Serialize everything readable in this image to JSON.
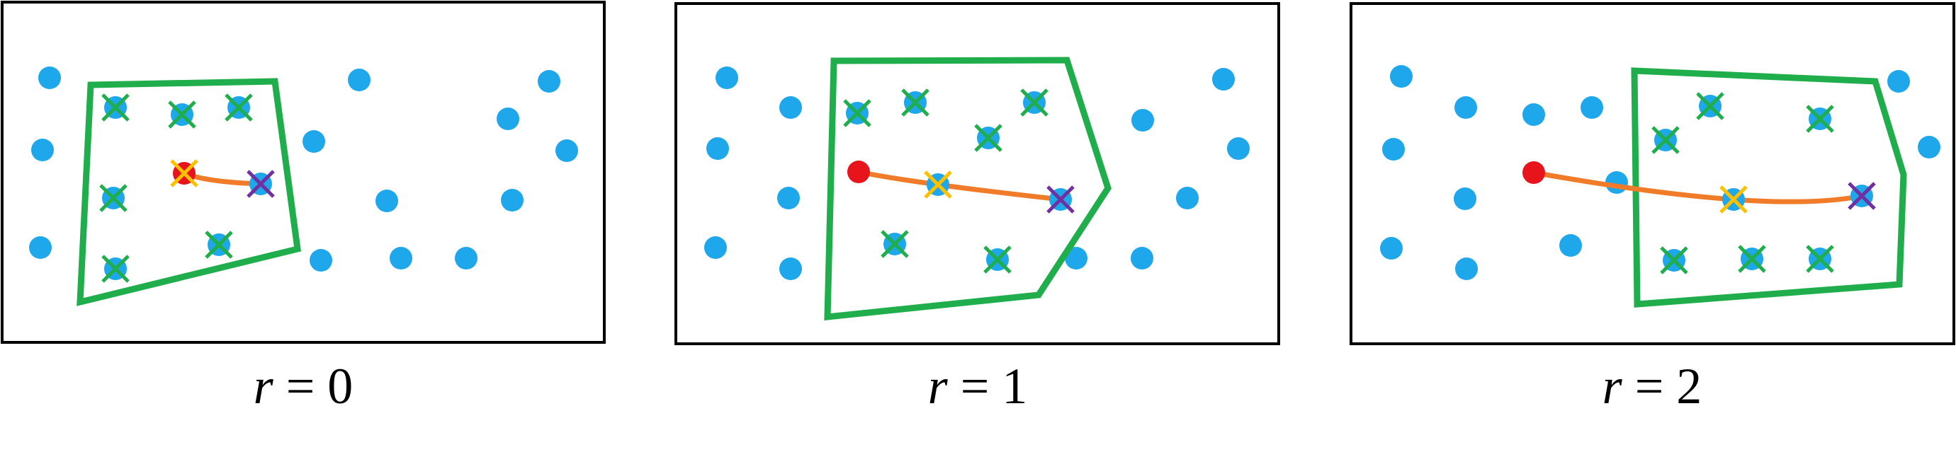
{
  "colors": {
    "frame": "#000000",
    "point": "#1ea7ea",
    "hull": "#1fae4b",
    "selected_mark": "#1fae4b",
    "source": "#e8141b",
    "path": "#f07c2a",
    "current_mark": "#ffc000",
    "target_mark": "#7030a0"
  },
  "panels": [
    {
      "caption_var": "r",
      "caption_eq": " = 0",
      "points": [
        [
          70,
          110
        ],
        [
          60,
          212
        ],
        [
          57,
          350
        ],
        [
          507,
          113
        ],
        [
          443,
          200
        ],
        [
          717,
          168
        ],
        [
          775,
          115
        ],
        [
          800,
          213
        ],
        [
          723,
          283
        ],
        [
          546,
          284
        ],
        [
          453,
          368
        ],
        [
          566,
          365
        ],
        [
          658,
          365
        ]
      ],
      "hull": [
        [
          128,
          120
        ],
        [
          388,
          115
        ],
        [
          420,
          352
        ],
        [
          113,
          427
        ]
      ],
      "selected": [
        [
          163,
          152
        ],
        [
          257,
          162
        ],
        [
          337,
          152
        ],
        [
          160,
          280
        ],
        [
          309,
          346
        ],
        [
          163,
          380
        ]
      ],
      "path": [
        [
          260,
          245
        ],
        [
          303,
          255
        ],
        [
          368,
          260
        ]
      ],
      "source": [
        260,
        245
      ],
      "current": [
        260,
        245
      ],
      "target": [
        368,
        260
      ]
    },
    {
      "caption_var": "r",
      "caption_eq": " = 1",
      "points": [
        [
          1026,
          110
        ],
        [
          1116,
          152
        ],
        [
          1013,
          210
        ],
        [
          1113,
          280
        ],
        [
          1010,
          350
        ],
        [
          1116,
          380
        ],
        [
          1613,
          170
        ],
        [
          1727,
          112
        ],
        [
          1748,
          210
        ],
        [
          1676,
          280
        ],
        [
          1519,
          365
        ],
        [
          1612,
          365
        ]
      ],
      "hull": [
        [
          1177,
          86
        ],
        [
          1506,
          85
        ],
        [
          1564,
          266
        ],
        [
          1466,
          417
        ],
        [
          1168,
          448
        ]
      ],
      "selected": [
        [
          1210,
          160
        ],
        [
          1292,
          145
        ],
        [
          1395,
          195
        ],
        [
          1460,
          145
        ],
        [
          1263,
          345
        ],
        [
          1408,
          367
        ]
      ],
      "path": [
        [
          1212,
          243
        ],
        [
          1324,
          261
        ],
        [
          1497,
          282
        ]
      ],
      "source": [
        1212,
        243
      ],
      "current": [
        1324,
        261
      ],
      "target": [
        1497,
        282
      ]
    },
    {
      "caption_var": "r",
      "caption_eq": " = 2",
      "points": [
        [
          1978,
          108
        ],
        [
          2069,
          152
        ],
        [
          2165,
          162
        ],
        [
          2247,
          152
        ],
        [
          1967,
          211
        ],
        [
          2068,
          281
        ],
        [
          2282,
          258
        ],
        [
          1964,
          351
        ],
        [
          2070,
          380
        ],
        [
          2217,
          347
        ],
        [
          2680,
          115
        ],
        [
          2723,
          208
        ]
      ],
      "hull": [
        [
          2307,
          100
        ],
        [
          2647,
          115
        ],
        [
          2687,
          247
        ],
        [
          2681,
          402
        ],
        [
          2311,
          430
        ]
      ],
      "selected": [
        [
          2351,
          198
        ],
        [
          2414,
          150
        ],
        [
          2569,
          168
        ],
        [
          2363,
          368
        ],
        [
          2473,
          366
        ],
        [
          2569,
          366
        ]
      ],
      "path": [
        [
          2165,
          244
        ],
        [
          2447,
          282
        ],
        [
          2628,
          277
        ]
      ],
      "source": [
        2165,
        244
      ],
      "current": [
        2447,
        282
      ],
      "target": [
        2628,
        277
      ]
    }
  ]
}
